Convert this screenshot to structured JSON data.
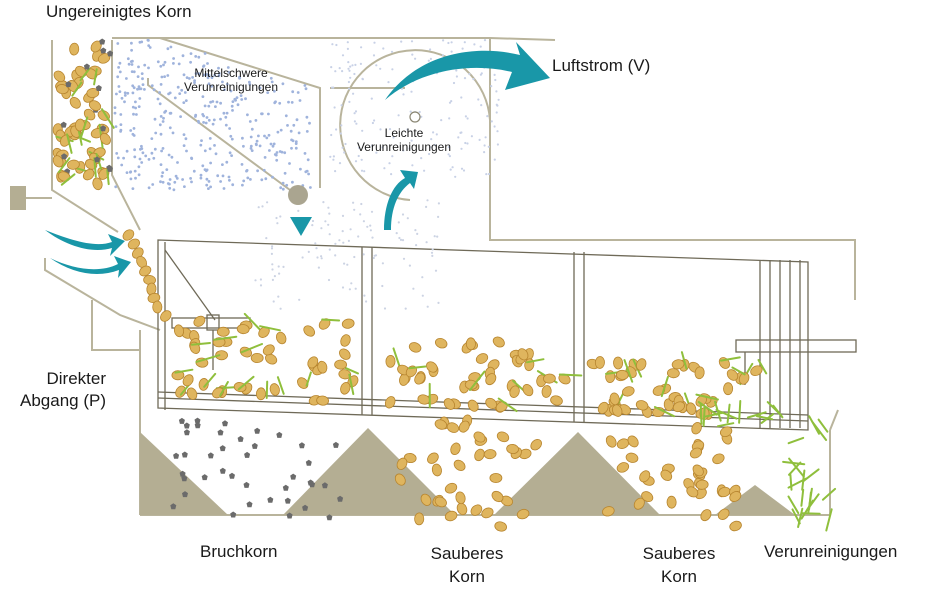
{
  "labels": {
    "raw_grain": "Ungereinigtes Korn",
    "medium_impurities_l1": "Mittelschwere",
    "medium_impurities_l2": "Verunreinigungen",
    "airflow": "Luftstrom (V)",
    "light_impurities_l1": "Leichte",
    "light_impurities_l2": "Verunreinigungen",
    "direct_outlet_l1": "Direkter",
    "direct_outlet_l2": "Abgang (P)",
    "broken_grain": "Bruchkorn",
    "clean_grain_1_l1": "Sauberes",
    "clean_grain_1_l2": "Korn",
    "clean_grain_2_l1": "Sauberes",
    "clean_grain_2_l2": "Korn",
    "impurities": "Verunreinigungen"
  },
  "colors": {
    "frame": "#b9b49c",
    "wall": "#aaa590",
    "grain_fill": "#dfb55e",
    "grain_stroke": "#b7852f",
    "husk": "#8fbf3c",
    "dust": "#9fb3dc",
    "broken": "#6b6b6b",
    "airflow_arrow": "#1997a8",
    "cone": "#b4ae93"
  }
}
